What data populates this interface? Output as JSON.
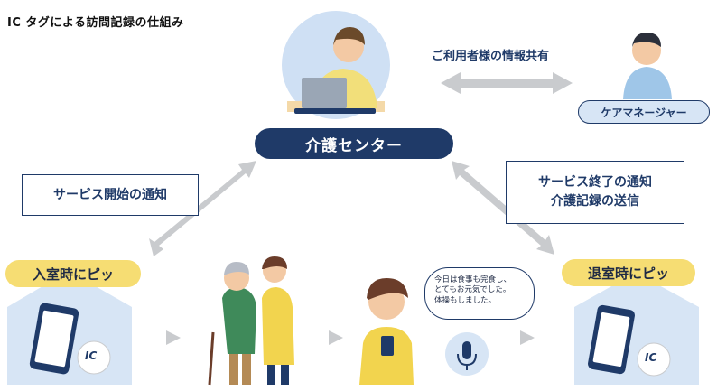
{
  "title": "IC タグによる訪問記録の仕組み",
  "center_label": "介護センター",
  "share_label": "ご利用者様の情報共有",
  "manager_label": "ケアマネージャー",
  "start_notice": "サービス開始の通知",
  "end_notice": [
    "サービス終了の通知",
    "介護記録の送信"
  ],
  "check_in": "入室時にピッ",
  "check_out": "退室時にピッ",
  "speech_lines": [
    "今日は食事も完食し、",
    "とてもお元気でした。",
    "体操もしました。"
  ],
  "ic_text": "IC",
  "colors": {
    "navy": "#1f3a68",
    "yellow": "#f6dd73",
    "house": "#d7e5f5",
    "arrow": "#c9cbce",
    "staff_shirt": "#f2df7a"
  }
}
